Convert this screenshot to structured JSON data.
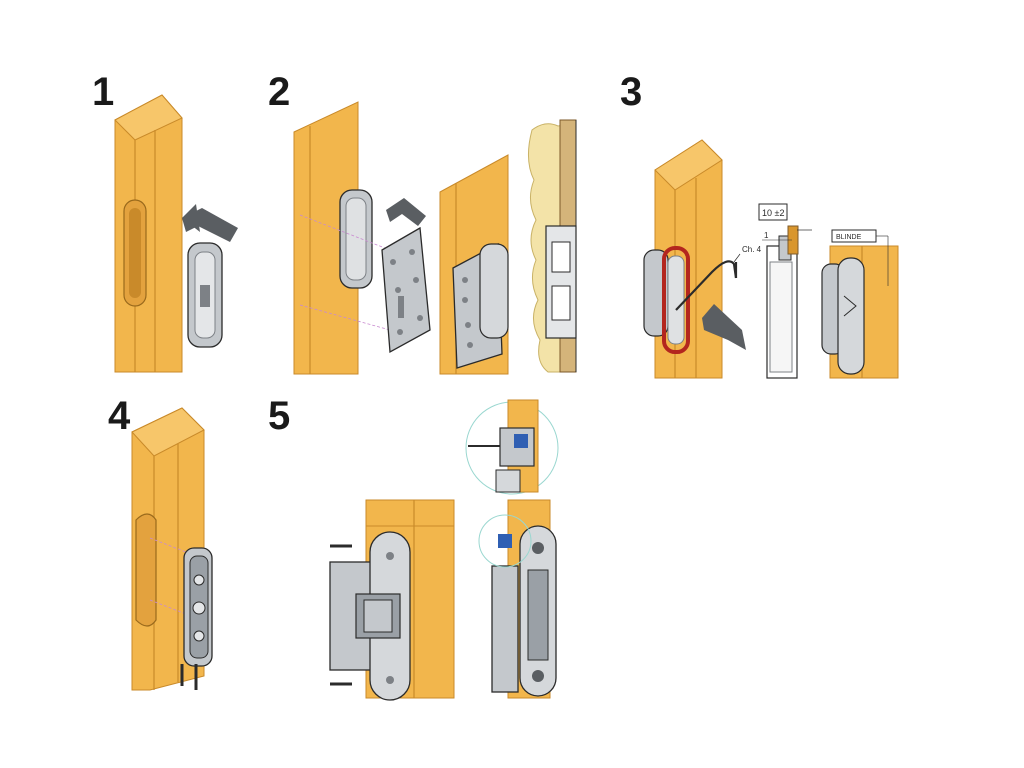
{
  "steps": [
    {
      "number": "1"
    },
    {
      "number": "2"
    },
    {
      "number": "3"
    },
    {
      "number": "4"
    },
    {
      "number": "5"
    }
  ],
  "annotations": {
    "wrench_size": "Ch. 4",
    "tolerance": "10 ±2",
    "dimension_one": "1",
    "spec_label": "BLINDE"
  },
  "colors": {
    "wood": "#f2b64c",
    "wood_dark": "#d9962d",
    "wood_edge": "#c98a2a",
    "metal": "#c4c8cc",
    "metal_dark": "#7d8186",
    "outline": "#2b2b2b",
    "arrow": "#5a5e62",
    "plaster": "#f3e3a8",
    "seal_red": "#b3261e",
    "accent_blue": "#2f5fb3"
  }
}
